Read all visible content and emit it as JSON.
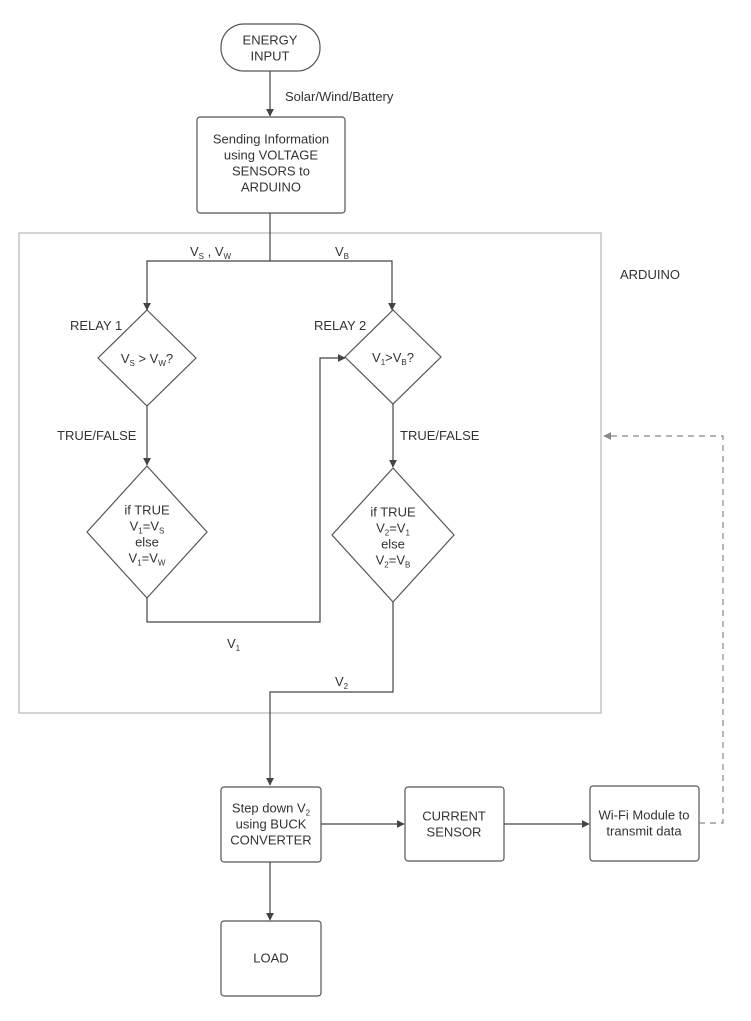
{
  "nodes": {
    "energy_input": [
      "ENERGY",
      "INPUT"
    ],
    "sending_info": [
      "Sending Information",
      "using VOLTAGE",
      "SENSORS to",
      "ARDUINO"
    ],
    "step_down": [
      {
        "pre": "Step down V",
        "sub": "2",
        "post": ""
      },
      {
        "pre": "using BUCK",
        "sub": "",
        "post": ""
      },
      {
        "pre": "CONVERTER",
        "sub": "",
        "post": ""
      }
    ],
    "current_sensor": [
      "CURRENT",
      "SENSOR"
    ],
    "wifi_module": [
      "Wi-Fi Module to",
      "transmit data"
    ],
    "load": [
      "LOAD"
    ]
  },
  "decisions": {
    "relay1_label": "RELAY 1",
    "relay2_label": "RELAY 2",
    "relay1_question": [
      {
        "t": "V"
      },
      {
        "s": "S"
      },
      {
        "t": " > V"
      },
      {
        "s": "W"
      },
      {
        "t": "?"
      }
    ],
    "relay2_question": [
      {
        "t": "V"
      },
      {
        "s": "1"
      },
      {
        "t": ">V"
      },
      {
        "s": "B"
      },
      {
        "t": "?"
      }
    ],
    "relay1_logic": [
      [
        {
          "t": "if TRUE"
        }
      ],
      [
        {
          "t": "V"
        },
        {
          "s": "1"
        },
        {
          "t": "=V"
        },
        {
          "s": "S"
        }
      ],
      [
        {
          "t": "else"
        }
      ],
      [
        {
          "t": "V"
        },
        {
          "s": "1"
        },
        {
          "t": "=V"
        },
        {
          "s": "W"
        }
      ]
    ],
    "relay2_logic": [
      [
        {
          "t": "if TRUE"
        }
      ],
      [
        {
          "t": "V"
        },
        {
          "s": "2"
        },
        {
          "t": "=V"
        },
        {
          "s": "1"
        }
      ],
      [
        {
          "t": "else"
        }
      ],
      [
        {
          "t": "V"
        },
        {
          "s": "2"
        },
        {
          "t": "=V"
        },
        {
          "s": "B"
        }
      ]
    ]
  },
  "edge_labels": {
    "source": "Solar/Wind/Battery",
    "vs_vw": [
      {
        "t": "V"
      },
      {
        "s": "S"
      },
      {
        "t": " , V"
      },
      {
        "s": "W"
      }
    ],
    "vb": [
      {
        "t": "V"
      },
      {
        "s": "B"
      }
    ],
    "true_false_1": "TRUE/FALSE",
    "true_false_2": "TRUE/FALSE",
    "v1": [
      {
        "t": "V"
      },
      {
        "s": "1"
      }
    ],
    "v2": [
      {
        "t": "V"
      },
      {
        "s": "2"
      }
    ]
  },
  "group_label": "ARDUINO"
}
